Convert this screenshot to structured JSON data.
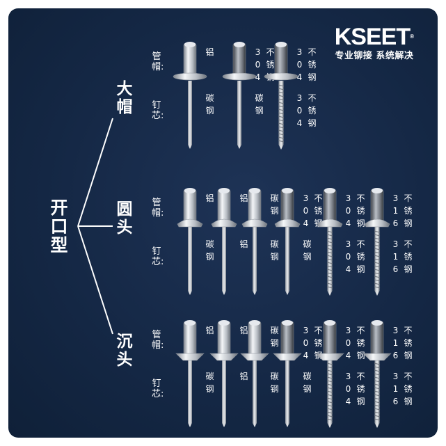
{
  "brand": {
    "logo": "KSEET",
    "trademark": "®",
    "slogan": "专业铆接 系统解决"
  },
  "root_label": "开口型",
  "field_labels": {
    "sleeve": "管帽:",
    "mandrel": "钉芯:"
  },
  "rows": [
    {
      "category": "大帽",
      "head_shape": "large-flange",
      "items": [
        {
          "sleeve": "铝",
          "mandrel": "碳钢",
          "mandrel_style": "plain"
        },
        {
          "sleeve": "304不锈钢",
          "mandrel": "碳钢",
          "mandrel_style": "plain"
        },
        {
          "sleeve": "304不锈钢",
          "mandrel": "304不锈钢",
          "mandrel_style": "grooved"
        }
      ]
    },
    {
      "category": "圆头",
      "head_shape": "dome",
      "items": [
        {
          "sleeve": "铝",
          "mandrel": "碳钢",
          "mandrel_style": "plain"
        },
        {
          "sleeve": "铝",
          "mandrel": "铝",
          "mandrel_style": "plain"
        },
        {
          "sleeve": "碳钢",
          "mandrel": "碳钢",
          "mandrel_style": "plain"
        },
        {
          "sleeve": "304不锈钢",
          "mandrel": "碳钢",
          "mandrel_style": "plain"
        },
        {
          "sleeve": "304不锈钢",
          "mandrel": "304不锈钢",
          "mandrel_style": "grooved"
        },
        {
          "sleeve": "316不锈钢",
          "mandrel": "316不锈钢",
          "mandrel_style": "grooved"
        }
      ]
    },
    {
      "category": "沉头",
      "head_shape": "countersunk",
      "items": [
        {
          "sleeve": "铝",
          "mandrel": "碳钢",
          "mandrel_style": "plain"
        },
        {
          "sleeve": "铝",
          "mandrel": "铝",
          "mandrel_style": "plain"
        },
        {
          "sleeve": "碳钢",
          "mandrel": "碳钢",
          "mandrel_style": "plain"
        },
        {
          "sleeve": "304不锈钢",
          "mandrel": "碳钢",
          "mandrel_style": "plain"
        },
        {
          "sleeve": "304不锈钢",
          "mandrel": "304不锈钢",
          "mandrel_style": "grooved"
        },
        {
          "sleeve": "316不锈钢",
          "mandrel": "316不锈钢",
          "mandrel_style": "grooved"
        }
      ]
    }
  ],
  "colors": {
    "background": "#142744",
    "text": "#ffffff",
    "metal": "#c9ced6",
    "dark_metal": "#6b7078"
  }
}
